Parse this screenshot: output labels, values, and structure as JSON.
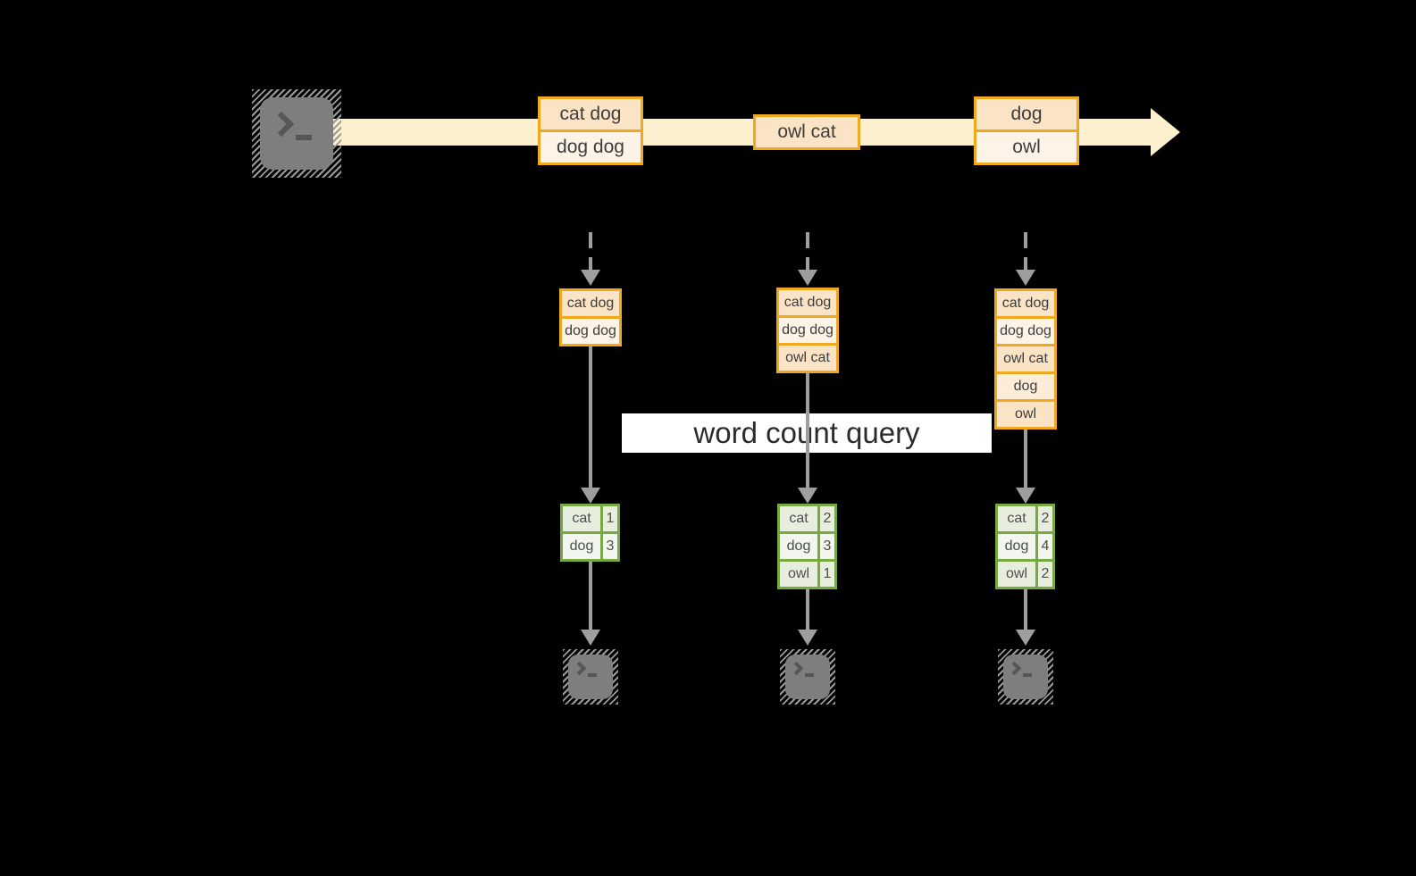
{
  "colors": {
    "background": "#000000",
    "stream_band": "#fcf0cf",
    "box_border": "#f0a81e",
    "row_peach": "#fbe3c6",
    "row_cream": "#fdf3e6",
    "table_border": "#76a93f",
    "cell_green_dark": "#e7eedd",
    "cell_green_light": "#f3f6ee",
    "arrow_gray": "#9e9e9e",
    "terminal_gray": "#7e7e7e",
    "label_bg": "#ffffff"
  },
  "stream": {
    "source_icon": "terminal-icon",
    "batches": [
      {
        "rows": [
          "cat dog",
          "dog dog"
        ]
      },
      {
        "rows": [
          "owl cat"
        ]
      },
      {
        "rows": [
          "dog",
          "owl"
        ]
      }
    ]
  },
  "query": {
    "label": "word count query"
  },
  "columns": [
    {
      "state_rows": [
        "cat dog",
        "dog dog"
      ],
      "result": [
        {
          "word": "cat",
          "count": "1"
        },
        {
          "word": "dog",
          "count": "3"
        }
      ]
    },
    {
      "state_rows": [
        "cat dog",
        "dog dog",
        "owl cat"
      ],
      "result": [
        {
          "word": "cat",
          "count": "2"
        },
        {
          "word": "dog",
          "count": "3"
        },
        {
          "word": "owl",
          "count": "1"
        }
      ]
    },
    {
      "state_rows": [
        "cat dog",
        "dog dog",
        "owl cat",
        "dog",
        "owl"
      ],
      "result": [
        {
          "word": "cat",
          "count": "2"
        },
        {
          "word": "dog",
          "count": "4"
        },
        {
          "word": "owl",
          "count": "2"
        }
      ]
    }
  ]
}
